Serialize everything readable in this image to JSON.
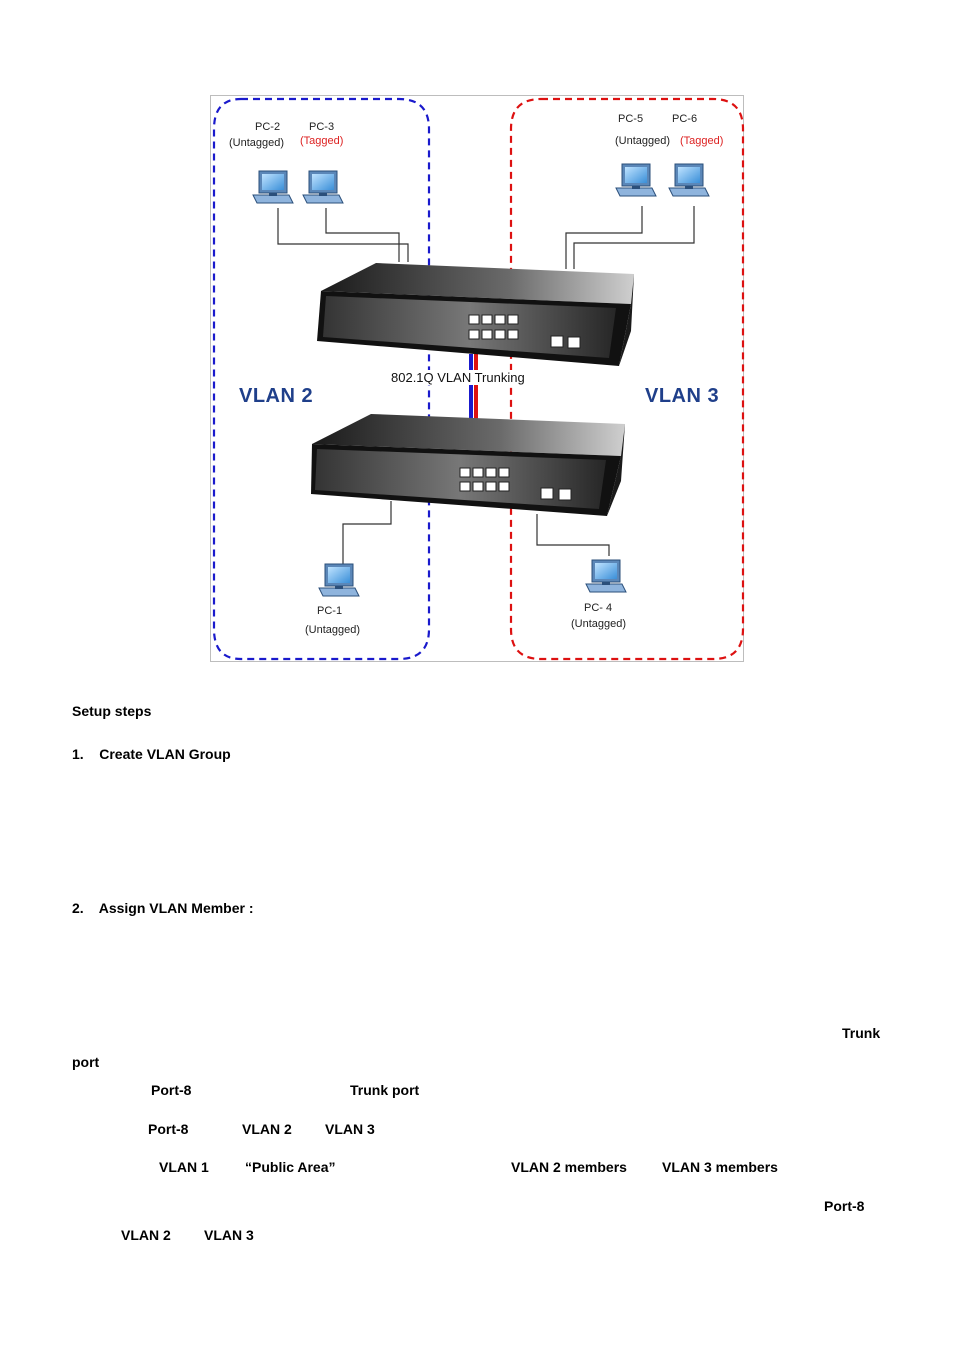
{
  "diagram": {
    "pc2": "PC-2",
    "pc2_tag": "(Untagged)",
    "pc3": "PC-3",
    "pc3_tag": "(Tagged)",
    "pc5": "PC-5",
    "pc5_tag": "(Untagged)",
    "pc6": "PC-6",
    "pc6_tag": "(Tagged)",
    "pc1": "PC-1",
    "pc1_tag": "(Untagged)",
    "pc4": "PC- 4",
    "pc4_tag": "(Untagged)",
    "trunk_label": "802.1Q VLAN Trunking",
    "vlan_left": "VLAN 2",
    "vlan_right": "VLAN 3",
    "colors": {
      "vlan2": "#1a1acc",
      "vlan3": "#dd1111",
      "title": "#1f3f8a"
    }
  },
  "doc": {
    "setup_steps": "Setup steps",
    "step1": "1.    Create VLAN Group",
    "step2": "2.    Assign VLAN Member :",
    "trunk": "Trunk",
    "port": "port",
    "l1_a": "Port-8",
    "l1_b": "Trunk port",
    "l2_a": "Port-8",
    "l2_b": "VLAN 2",
    "l2_c": "VLAN 3",
    "l3_a": "VLAN 1",
    "l3_b": "“Public Area”",
    "l3_c": "VLAN 2 members",
    "l3_d": "VLAN 3 members",
    "l4_a": "Port-8",
    "l5_a": "VLAN 2",
    "l5_b": "VLAN 3"
  }
}
